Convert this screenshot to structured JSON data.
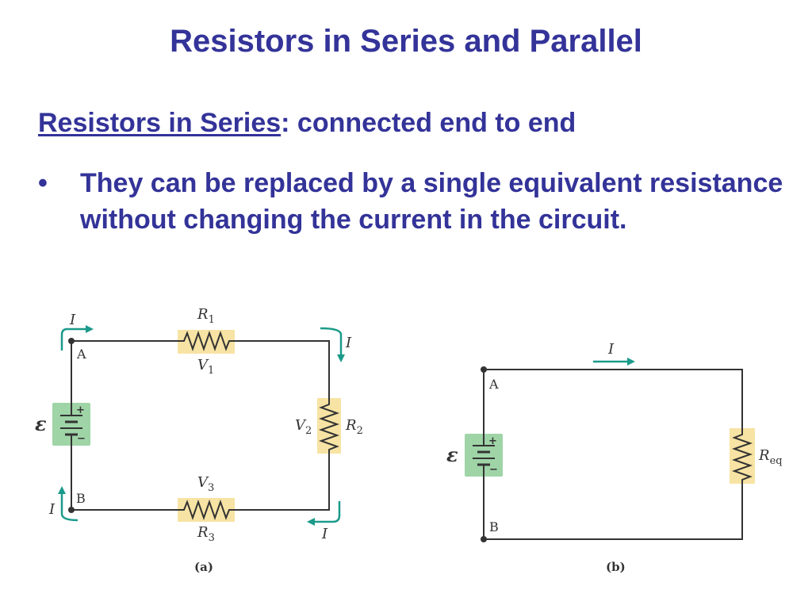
{
  "slide": {
    "title": "Resistors in Series and Parallel",
    "heading_underlined": "Resistors in Series",
    "heading_rest": ": connected end to end",
    "bullet_symbol": "•",
    "bullet": "They can be replaced by a single equivalent resistance without changing the current in the circuit."
  },
  "diagram_a": {
    "caption": "(a)",
    "current": "I",
    "emf": "ε",
    "plus": "+",
    "minus": "−",
    "node_a": "A",
    "node_b": "B",
    "r1": {
      "main": "R",
      "sub": "1"
    },
    "r2": {
      "main": "R",
      "sub": "2"
    },
    "r3": {
      "main": "R",
      "sub": "3"
    },
    "v1": {
      "main": "V",
      "sub": "1"
    },
    "v2": {
      "main": "V",
      "sub": "2"
    },
    "v3": {
      "main": "V",
      "sub": "3"
    }
  },
  "diagram_b": {
    "caption": "(b)",
    "current": "I",
    "emf": "ε",
    "plus": "+",
    "minus": "−",
    "node_a": "A",
    "node_b": "B",
    "req": {
      "main": "R",
      "sub": "eq"
    }
  },
  "colors": {
    "text": "#333399",
    "wire": "#333333",
    "arrow": "#1a9a8a",
    "resistor_fill": "#f7e3a3",
    "battery_fill": "#9fd4a7"
  }
}
